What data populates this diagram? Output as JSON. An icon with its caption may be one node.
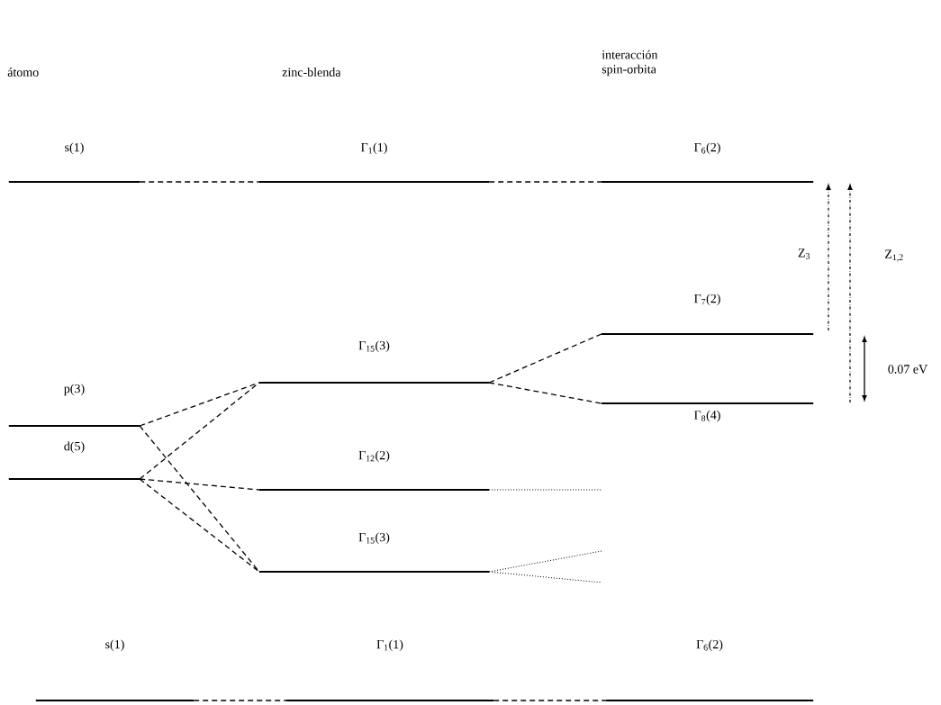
{
  "diagram": {
    "nodes": [
      {
        "text": [
          "s(1)"
        ]
      },
      {
        "text": [
          "Γ$_{1}$(1)"
        ]
      },
      {
        "text": [
          "Γ$_{6}$(2)"
        ]
      },
      {
        "text": [
          "Γ$_{7}$(2)"
        ]
      },
      {
        "text": [
          "Γ$_{15}$(3)"
        ]
      },
      {
        "text": [
          "Γ$_{8}$(4)"
        ]
      },
      {
        "text": [
          "p(3)"
        ]
      },
      {
        "text": [
          "d(5)"
        ]
      },
      {
        "text": [
          "Γ$_{12}$(2)"
        ]
      },
      {
        "text": [
          "Γ$_{15}$(3)"
        ]
      },
      {
        "text": [
          "s(1)"
        ]
      },
      {
        "text": [
          "Γ$_{1}$(1)"
        ]
      },
      {
        "text": [
          "Γ$_{6}$(2)"
        ]
      }
    ],
    "edges": [
      {
        "from": 0,
        "to": 1,
        "arrow": "none",
        "style": "dashed"
      },
      {
        "from": 1,
        "to": 2,
        "arrow": "none",
        "style": "dashed"
      },
      {
        "from": 6,
        "to": 4,
        "arrow": "none",
        "style": "dashed"
      },
      {
        "from": 6,
        "to": 9,
        "arrow": "none",
        "style": "dashed"
      },
      {
        "from": 7,
        "to": 4,
        "arrow": "none",
        "style": "dashed"
      },
      {
        "from": 7,
        "to": 8,
        "arrow": "none",
        "style": "dashed"
      },
      {
        "from": 7,
        "to": 9,
        "arrow": "none",
        "style": "dashed"
      },
      {
        "from": 4,
        "to": 3,
        "arrow": "none",
        "style": "dashed"
      },
      {
        "from": 4,
        "to": 5,
        "arrow": "none",
        "style": "dashed"
      },
      {
        "from": 8,
        "to": null,
        "arrow": "none"
      },
      {
        "from": 9,
        "to": null,
        "arrow": "none"
      },
      {
        "from": 9,
        "to": null,
        "arrow": "none"
      },
      {
        "from": 10,
        "to": 11,
        "arrow": "none",
        "style": "dashed"
      },
      {
        "from": 11,
        "to": 12,
        "arrow": "none",
        "style": "dashed"
      }
    ],
    "labels": [
      "átomo",
      "zinc-blenda",
      "interacción spin-orbita",
      "Z$_{3}$",
      "Z$_{1,2}$",
      "0.07 eV"
    ]
  }
}
